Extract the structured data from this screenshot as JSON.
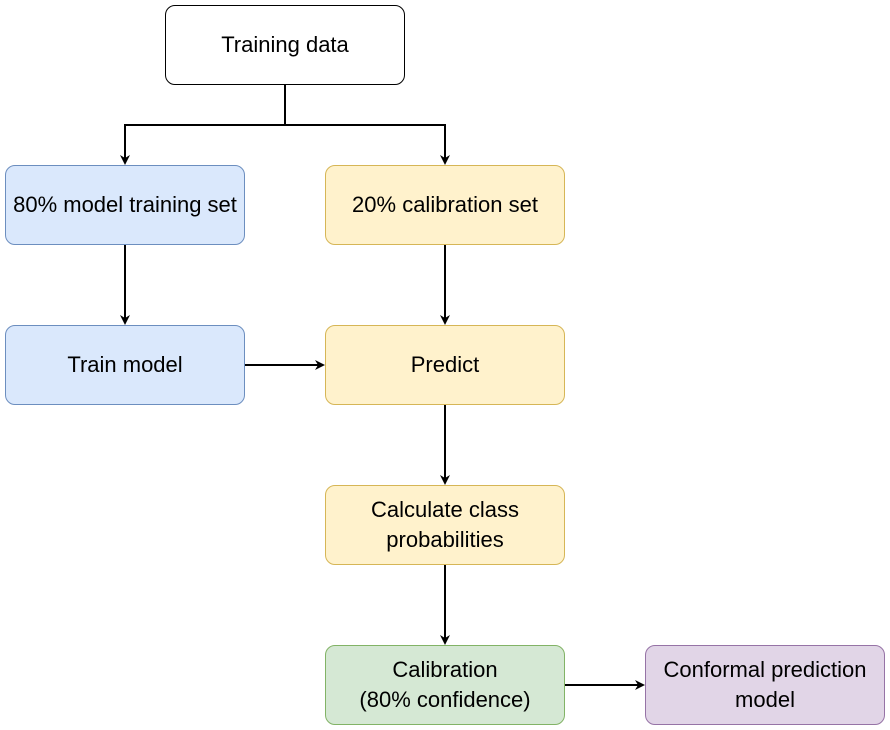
{
  "nodes": {
    "training_data": "Training data",
    "model_training_set": "80% model training set",
    "calibration_set": "20% calibration set",
    "train_model": "Train model",
    "predict": "Predict",
    "class_probabilities": "Calculate class probabilities",
    "calibration": "Calibration\n(80% confidence)",
    "conformal_model": "Conformal prediction model"
  },
  "colors": {
    "blue_fill": "#dae8fc",
    "blue_stroke": "#6c8ebf",
    "yellow_fill": "#fff2cc",
    "yellow_stroke": "#d6b656",
    "green_fill": "#d5e8d4",
    "green_stroke": "#82b366",
    "purple_fill": "#e1d5e7",
    "purple_stroke": "#9673a6"
  }
}
